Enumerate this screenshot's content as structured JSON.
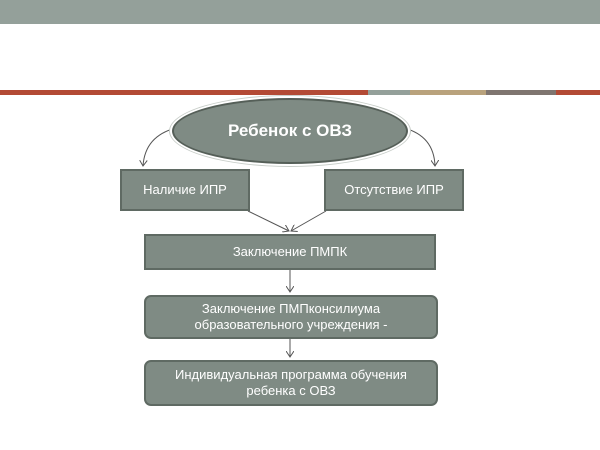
{
  "diagram": {
    "root": {
      "label": "Ребенок с ОВЗ"
    },
    "branch_left": {
      "label": "Наличие ИПР"
    },
    "branch_right": {
      "label": "Отсутствие ИПР"
    },
    "pmpk": {
      "label": "Заключение ПМПК"
    },
    "pmpk_council": {
      "line1": "Заключение ПМПконсилиума",
      "line2": "образовательного учреждения -"
    },
    "program": {
      "line1": "Индивидуальная программа обучения",
      "line2": "ребенка с ОВЗ"
    }
  },
  "theme": {
    "top_band": "#94a09a",
    "node_fill": "#7f8b84",
    "accent_colors": [
      "#b34a35",
      "#94a09a",
      "#b9a27c",
      "#7f7570",
      "#b34a35"
    ]
  }
}
